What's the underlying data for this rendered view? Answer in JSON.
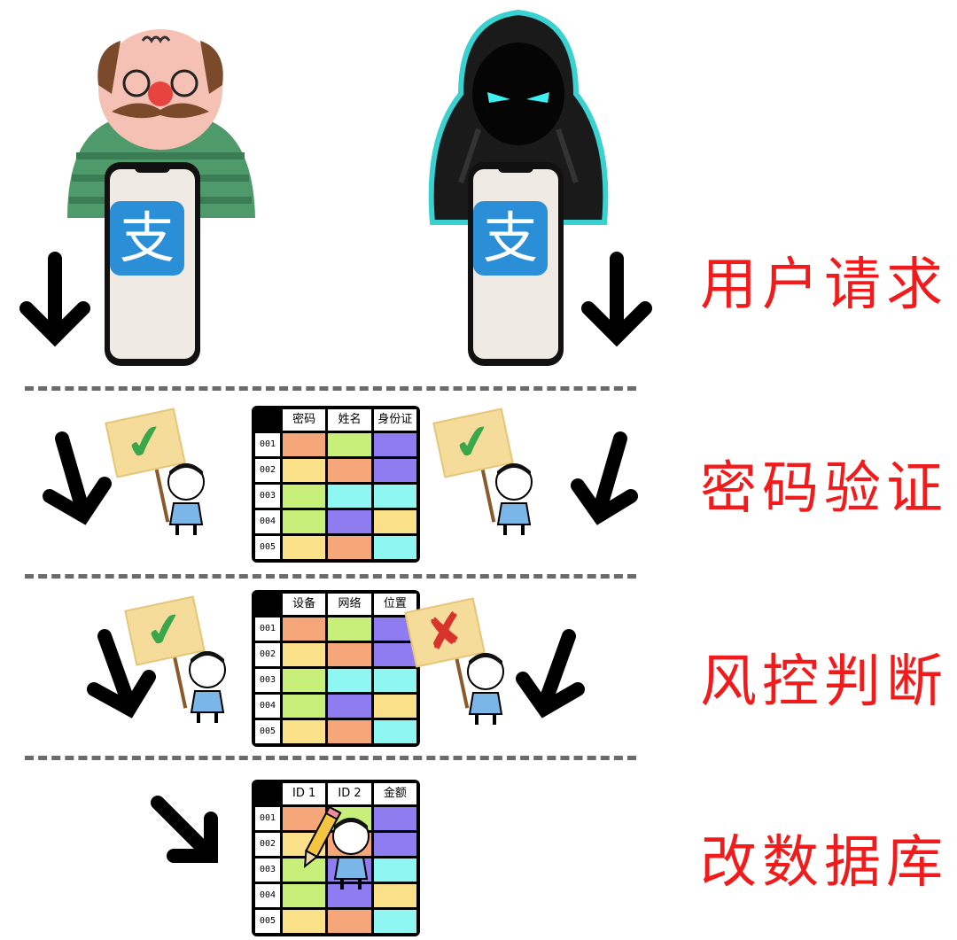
{
  "stages": [
    {
      "label": "用户请求"
    },
    {
      "label": "密码验证"
    },
    {
      "label": "风控判断"
    },
    {
      "label": "改数据库"
    }
  ],
  "app_icon_glyph": "支",
  "tables": [
    {
      "headers": [
        "密码",
        "姓名",
        "身份证"
      ],
      "rows": [
        {
          "id": "001",
          "colors": [
            "#f6a77a",
            "#c7ef7a",
            "#8f7cf0"
          ]
        },
        {
          "id": "002",
          "colors": [
            "#fbe08a",
            "#f6a77a",
            "#8f7cf0"
          ]
        },
        {
          "id": "003",
          "colors": [
            "#c7ef7a",
            "#8ff6f2",
            "#8ff6f2"
          ]
        },
        {
          "id": "004",
          "colors": [
            "#c7ef7a",
            "#8f7cf0",
            "#fbe08a"
          ]
        },
        {
          "id": "005",
          "colors": [
            "#fbe08a",
            "#f6a77a",
            "#8ff6f2"
          ]
        }
      ]
    },
    {
      "headers": [
        "设备",
        "网络",
        "位置"
      ],
      "rows": [
        {
          "id": "001",
          "colors": [
            "#f6a77a",
            "#c7ef7a",
            "#8f7cf0"
          ]
        },
        {
          "id": "002",
          "colors": [
            "#fbe08a",
            "#f6a77a",
            "#8f7cf0"
          ]
        },
        {
          "id": "003",
          "colors": [
            "#c7ef7a",
            "#8ff6f2",
            "#8ff6f2"
          ]
        },
        {
          "id": "004",
          "colors": [
            "#c7ef7a",
            "#8f7cf0",
            "#fbe08a"
          ]
        },
        {
          "id": "005",
          "colors": [
            "#fbe08a",
            "#f6a77a",
            "#8ff6f2"
          ]
        }
      ]
    },
    {
      "headers": [
        "ID 1",
        "ID 2",
        "金额"
      ],
      "rows": [
        {
          "id": "001",
          "colors": [
            "#f6a77a",
            "#c7ef7a",
            "#8f7cf0"
          ]
        },
        {
          "id": "002",
          "colors": [
            "#fbe08a",
            "#f6a77a",
            "#8f7cf0"
          ]
        },
        {
          "id": "003",
          "colors": [
            "#c7ef7a",
            "#8f7cf0",
            "#8ff6f2"
          ]
        },
        {
          "id": "004",
          "colors": [
            "#c7ef7a",
            "#8f7cf0",
            "#fbe08a"
          ]
        },
        {
          "id": "005",
          "colors": [
            "#fbe08a",
            "#f6a77a",
            "#8ff6f2"
          ]
        }
      ]
    }
  ],
  "signs": {
    "check_glyph": "✔",
    "cross_glyph": "✘",
    "check_color": "#3aa84a",
    "cross_color": "#d9342b"
  },
  "colors": {
    "label_red": "#f21b1b",
    "divider_gray": "#6b6b6b",
    "app_blue": "#2b8fd8"
  },
  "icons": [
    "bald-man-avatar",
    "hooded-hacker-avatar",
    "phone-icon",
    "alipay-icon",
    "arrow-down-icon",
    "check-sign-icon",
    "cross-sign-icon",
    "kid-mascot-icon",
    "pencil-icon"
  ]
}
